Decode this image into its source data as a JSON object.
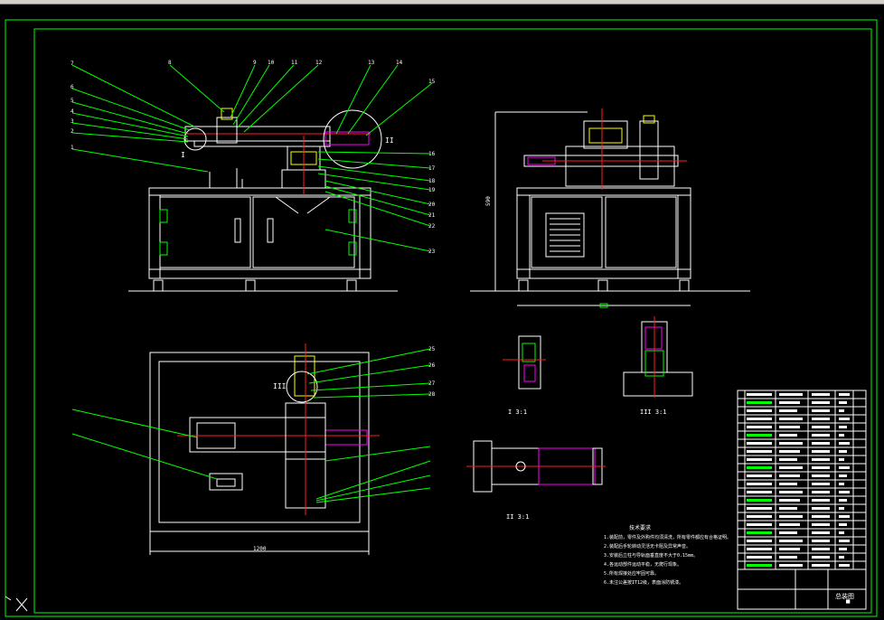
{
  "drawing": {
    "view_labels": {
      "detail_I": "I  3:1",
      "detail_II": "II  3:1",
      "detail_III": "III  3:1",
      "callout_I": "I",
      "callout_II": "II",
      "callout_III": "III"
    },
    "dimension_1200": "1200",
    "dimension_height": "590",
    "part_numbers_top": [
      "7",
      "6",
      "5",
      "4",
      "3",
      "2",
      "1",
      "8",
      "9",
      "10",
      "11",
      "12",
      "13",
      "14",
      "15"
    ],
    "part_numbers_right": [
      "16",
      "17",
      "18",
      "19",
      "20",
      "21",
      "22",
      "23"
    ],
    "part_numbers_plan": [
      "25",
      "26",
      "27",
      "28"
    ],
    "notes_title": "技术要求",
    "notes": [
      "1.装配前，零件及外购件均须清洗，所有零件都应有合格证明。",
      "2.装配后手轮转动灵活无卡阻及异常声音。",
      "3.安装后立柱与导轨面垂直度不大于0.15mm。",
      "4.各运动部件运动平稳，无爬行现象。",
      "5.所有焊接处应牢固可靠。",
      "6.未注公差按IT12级，表面涂防锈漆。"
    ],
    "title_block": {
      "drawing_name": "总装图",
      "scale_cell": "▀"
    }
  },
  "colors": {
    "border": "#00ff00",
    "frame": "#ffffff",
    "motor": "#ff00ff",
    "centerline": "#ff2020",
    "background": "#000000"
  }
}
